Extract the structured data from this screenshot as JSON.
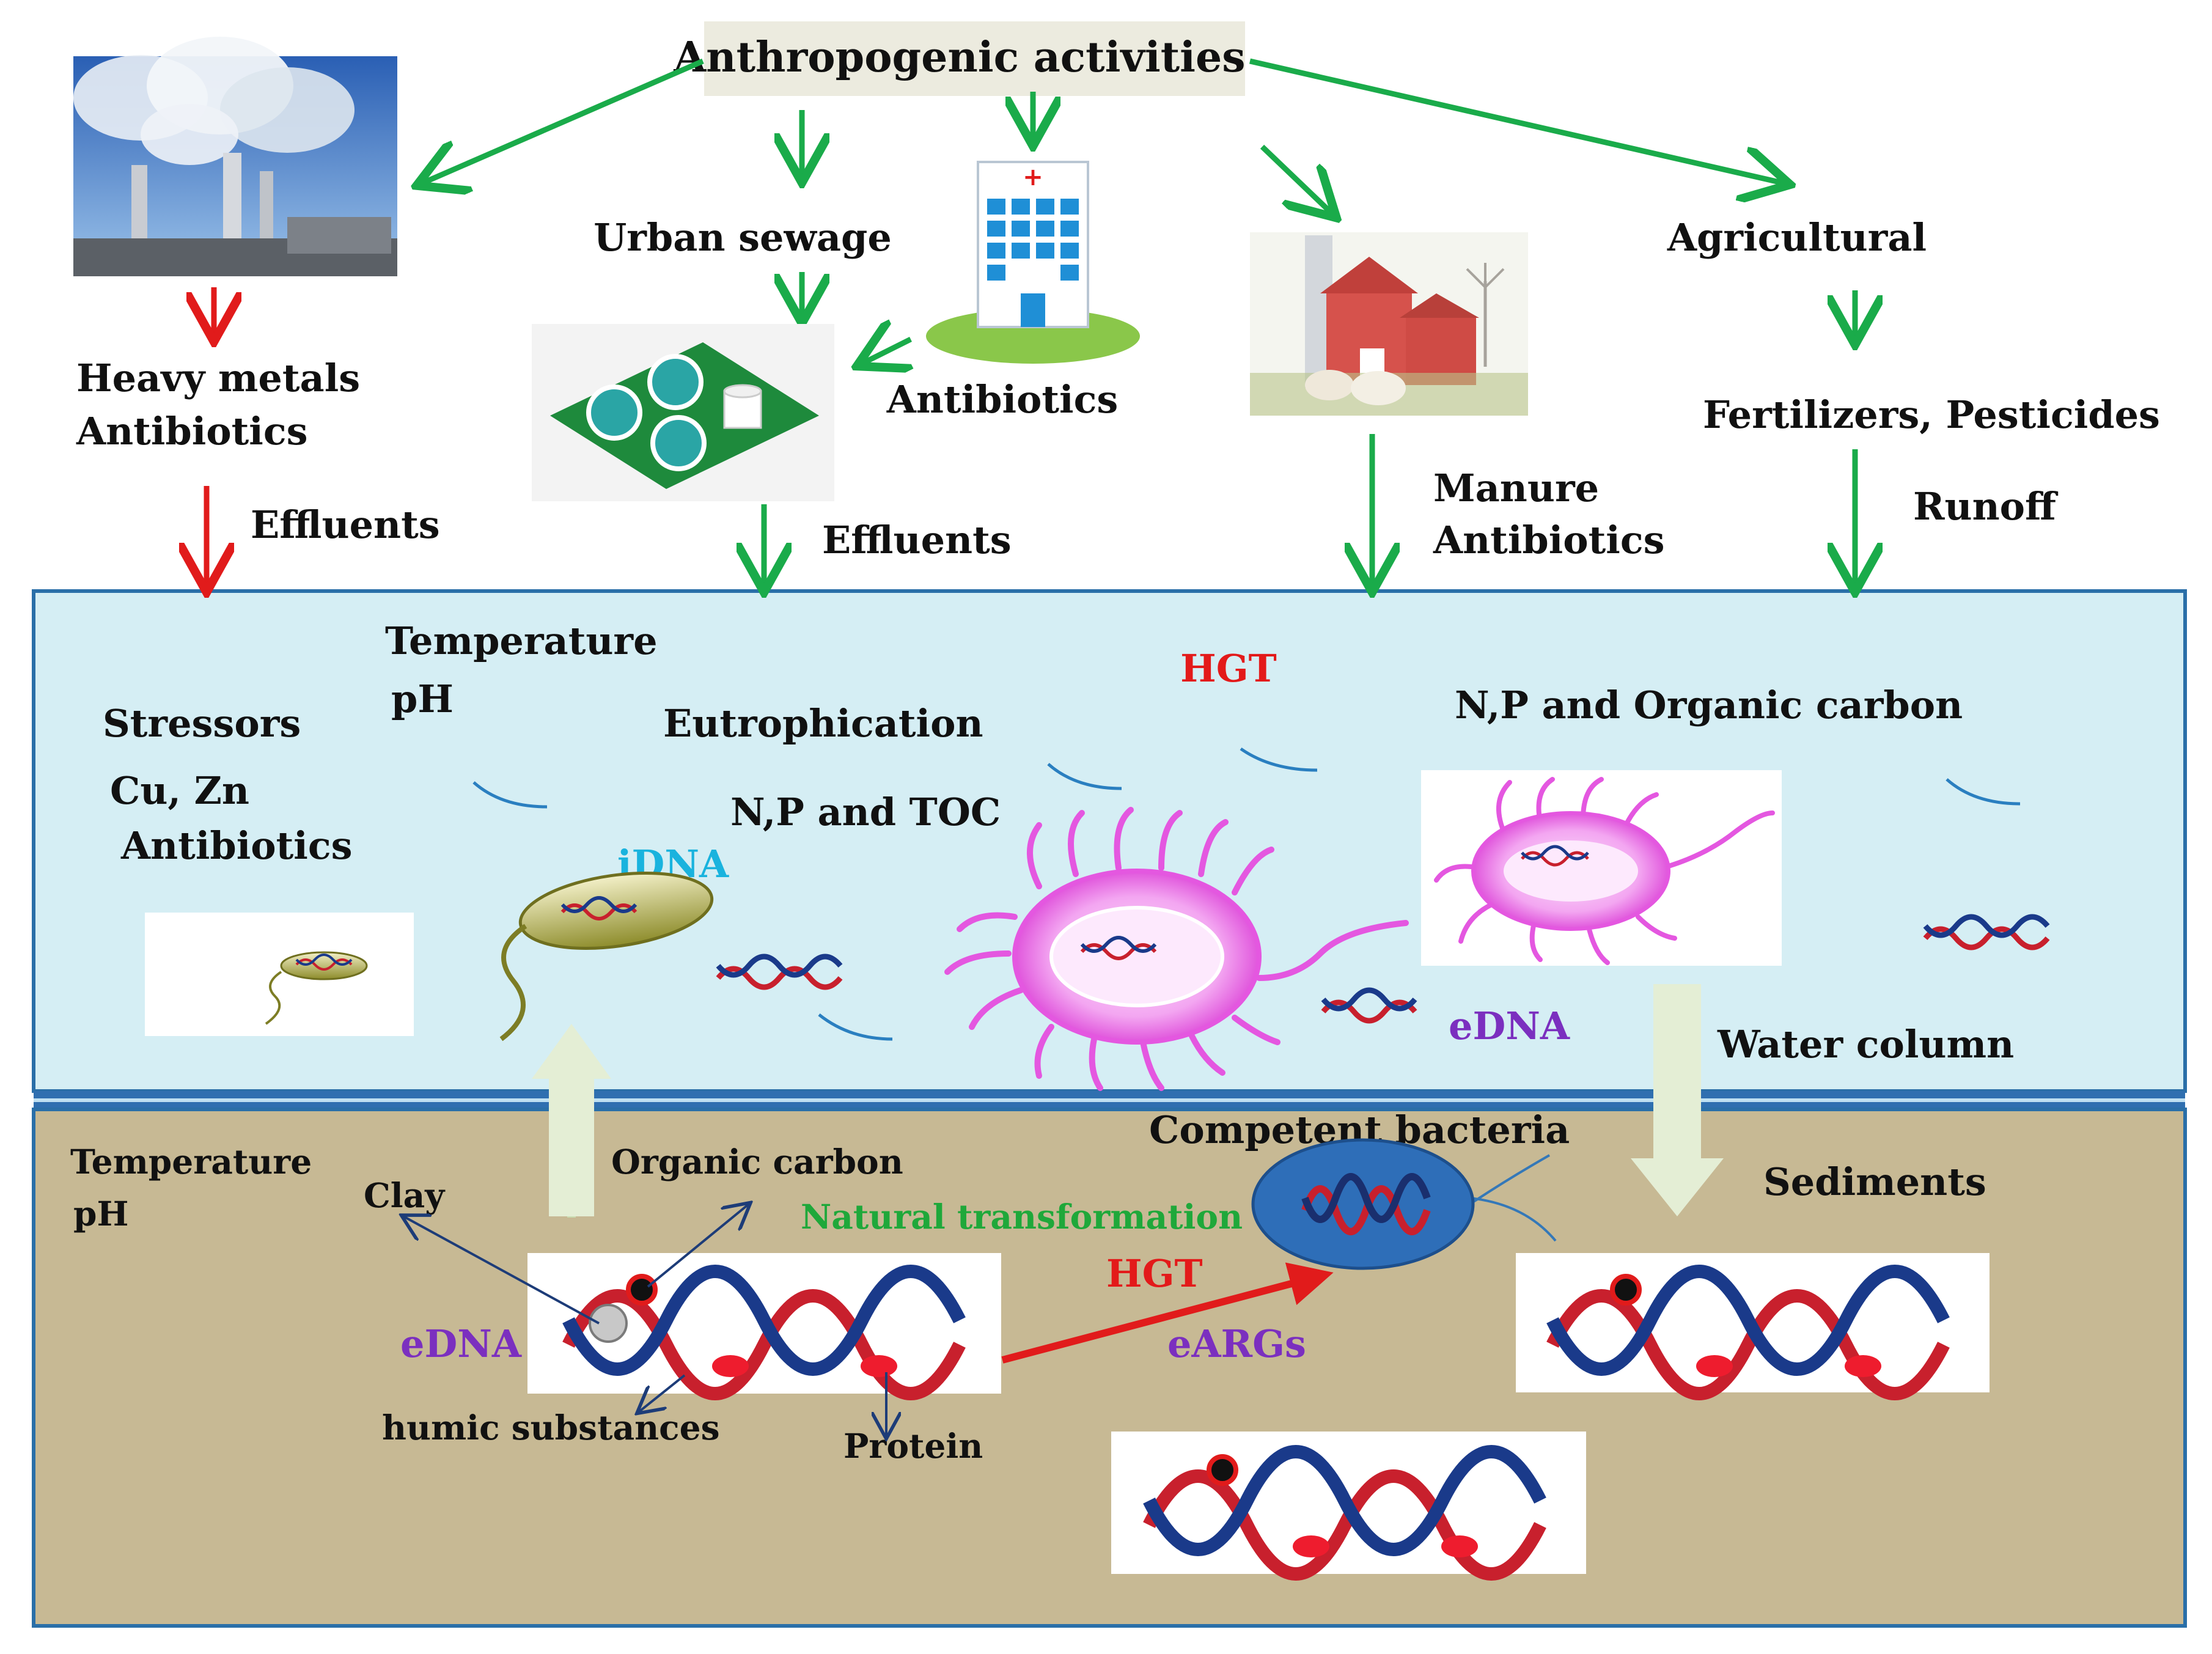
{
  "source_label": "Anthropogenic activities",
  "sources": {
    "urban_sewage": "Urban sewage",
    "hospital_output": "Antibiotics",
    "agricultural": "Agricultural",
    "agri_inputs": "Fertilizers, Pesticides",
    "industry_outputs": [
      "Heavy metals",
      "Antibiotics"
    ],
    "manure_outputs": [
      "Manure",
      "Antibiotics"
    ]
  },
  "flows": {
    "industry_effluents": "Effluents",
    "sewage_effluents": "Effluents",
    "runoff": "Runoff"
  },
  "water": {
    "stressors": "Stressors",
    "metals": "Cu, Zn",
    "antibiotics": "Antibiotics",
    "temperature": "Temperature",
    "ph": "pH",
    "eutrophication": "Eutrophication",
    "nutrients_toc": "N,P and TOC",
    "nutrients_oc": "N,P and Organic carbon",
    "hgt": "HGT",
    "idna": "iDNA",
    "edna": "eDNA",
    "water_column": "Water column"
  },
  "sediment": {
    "temperature": "Temperature",
    "ph": "pH",
    "clay": "Clay",
    "organic_carbon": "Organic carbon",
    "natural_transformation": "Natural transformation",
    "competent_bacteria": "Competent bacteria",
    "sediments": "Sediments",
    "edna": "eDNA",
    "hgt": "HGT",
    "eargs": "eARGs",
    "humic": "humic substances",
    "protein": "Protein"
  },
  "colors": {
    "green_arrow": "#1aab4a",
    "red_arrow": "#e11b1b",
    "water": "#d5eef4",
    "sediment": "#c7b994",
    "hgt_text": "#e31a1a",
    "idna_text": "#19b3de",
    "edna_text": "#7b2fbf",
    "natural_transformation_text": "#1fa83a",
    "label_box": "#ecebdf"
  },
  "icons": [
    "factory-icon",
    "treatment-plant-icon",
    "hospital-icon",
    "farm-icon",
    "bacterium-icon",
    "dna-icon"
  ]
}
